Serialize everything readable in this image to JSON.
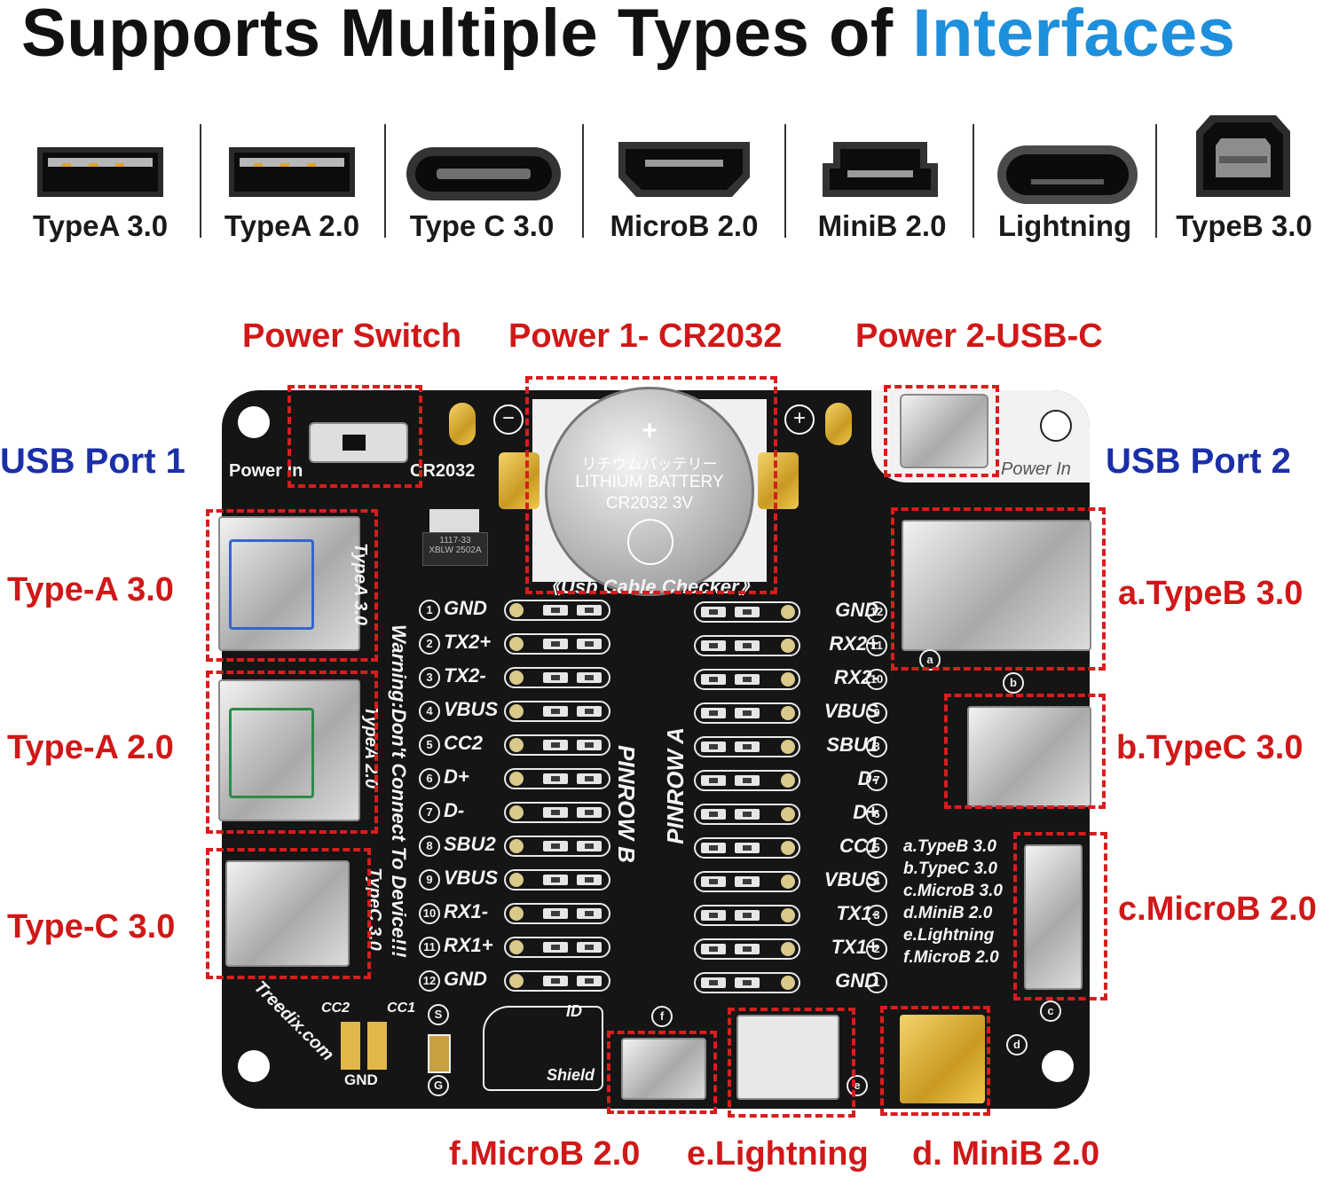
{
  "headline": {
    "main": "Supports Multiple Types of",
    "highlight": "Interfaces"
  },
  "connectors": [
    {
      "label": "TypeA 3.0",
      "icon": "usb-type-a-icon"
    },
    {
      "label": "TypeA 2.0",
      "icon": "usb-type-a-icon"
    },
    {
      "label": "Type C 3.0",
      "icon": "usb-type-c-icon"
    },
    {
      "label": "MicroB 2.0",
      "icon": "micro-usb-icon"
    },
    {
      "label": "MiniB 2.0",
      "icon": "mini-usb-icon"
    },
    {
      "label": "Lightning",
      "icon": "lightning-icon"
    },
    {
      "label": "TypeB 3.0",
      "icon": "usb-type-b-icon"
    }
  ],
  "callouts": {
    "power_switch": "Power Switch",
    "power1": "Power 1- CR2032",
    "power2": "Power 2-USB-C",
    "usb_port1": "USB Port 1",
    "usb_port2": "USB Port 2",
    "left": [
      "Type-A 3.0",
      "Type-A 2.0",
      "Type-C 3.0"
    ],
    "right": [
      "a.TypeB 3.0",
      "b.TypeC 3.0",
      "c.MicroB 2.0"
    ],
    "bottom": [
      "f.MicroB 2.0",
      "e.Lightning",
      "d. MiniB 2.0"
    ]
  },
  "board": {
    "power_in_left": "Power In",
    "cr2032": "CR2032",
    "power_in_right": "Power In",
    "battery": {
      "jp": "リチウムバッテリー",
      "line1": "LITHIUM BATTERY",
      "line2": "CR2032  3V"
    },
    "checker": "《Usb Cable Checker》",
    "regulator": [
      "1117-33",
      "XBLW  2502A"
    ],
    "warning": "Warning:Don't Connect To Device!!!",
    "silk_typea30": "TypeA 3.0",
    "silk_typea20": "TypeA 2.0",
    "silk_typec30": "TypeC 3.0",
    "pinrow_b": "PINROW B",
    "pinrow_a": "PINROW A",
    "brand": "Treedix.com",
    "gnd": "GND",
    "cc2": "CC2",
    "cc1": "CC1",
    "id": "ID",
    "shield": "Shield",
    "s_mark": "S",
    "g_mark": "G",
    "letters": [
      "a",
      "b",
      "c",
      "d",
      "e",
      "f"
    ],
    "port_list": [
      "a.TypeB 3.0",
      "b.TypeC 3.0",
      "c.MicroB 3.0",
      "d.MiniB 2.0",
      "e.Lightning",
      "f.MicroB 2.0"
    ],
    "pins_left": [
      {
        "n": "1",
        "name": "GND"
      },
      {
        "n": "2",
        "name": "TX2+"
      },
      {
        "n": "3",
        "name": "TX2-"
      },
      {
        "n": "4",
        "name": "VBUS"
      },
      {
        "n": "5",
        "name": "CC2"
      },
      {
        "n": "6",
        "name": "D+"
      },
      {
        "n": "7",
        "name": "D-"
      },
      {
        "n": "8",
        "name": "SBU2"
      },
      {
        "n": "9",
        "name": "VBUS"
      },
      {
        "n": "10",
        "name": "RX1-"
      },
      {
        "n": "11",
        "name": "RX1+"
      },
      {
        "n": "12",
        "name": "GND"
      }
    ],
    "pins_right": [
      {
        "n": "12",
        "name": "GND"
      },
      {
        "n": "11",
        "name": "RX2+"
      },
      {
        "n": "10",
        "name": "RX2-"
      },
      {
        "n": "9",
        "name": "VBUS"
      },
      {
        "n": "8",
        "name": "SBU1"
      },
      {
        "n": "7",
        "name": "D-"
      },
      {
        "n": "6",
        "name": "D+"
      },
      {
        "n": "5",
        "name": "CC1"
      },
      {
        "n": "4",
        "name": "VBUS"
      },
      {
        "n": "3",
        "name": "TX1-"
      },
      {
        "n": "2",
        "name": "TX1+"
      },
      {
        "n": "1",
        "name": "GND"
      }
    ]
  }
}
